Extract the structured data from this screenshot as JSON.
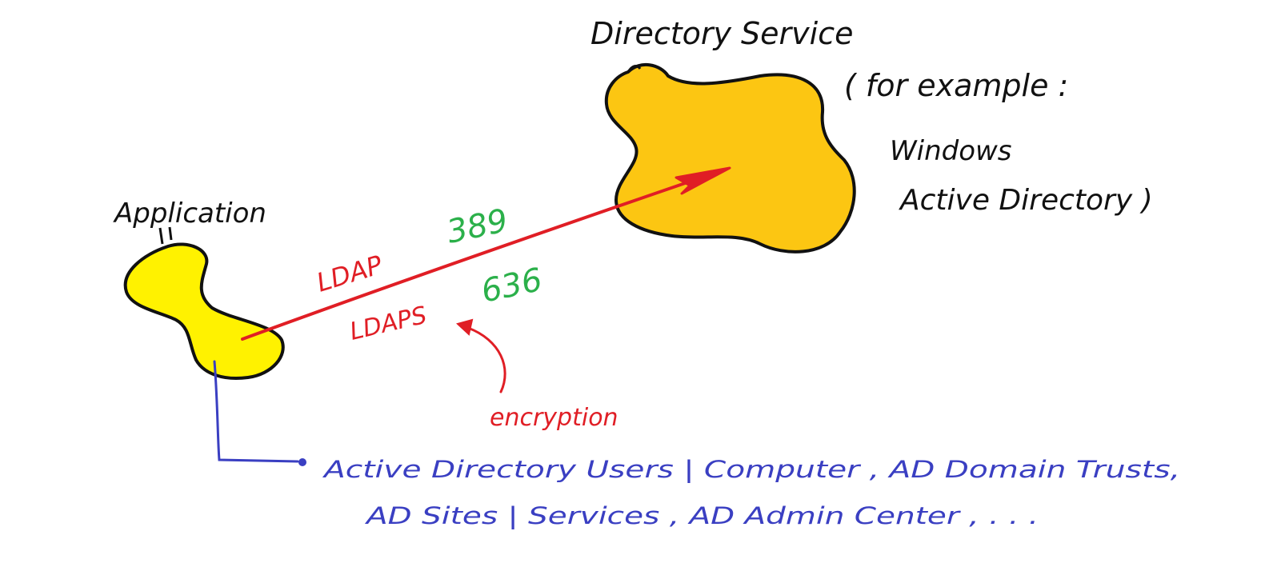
{
  "diagram": {
    "nodes": {
      "directory_service": {
        "title": "Directory Service",
        "example_line1": "( for example :",
        "example_line2": "Windows",
        "example_line3": "Active Directory )",
        "fill": "#fcc612"
      },
      "application": {
        "title": "Application",
        "fill": "#fff200"
      }
    },
    "connection": {
      "protocol1": "LDAP",
      "port1": "389",
      "protocol2": "LDAPS",
      "port2": "636",
      "encryption_label": "encryption",
      "line_color": "#e01e25",
      "port_color": "#2bb04a"
    },
    "tools": {
      "line1": "Active Directory Users | Computer ,  AD Domain Trusts,",
      "line2": "AD Sites | Services ,  AD Admin Center ,  . . .",
      "color": "#3a3fc2"
    }
  }
}
